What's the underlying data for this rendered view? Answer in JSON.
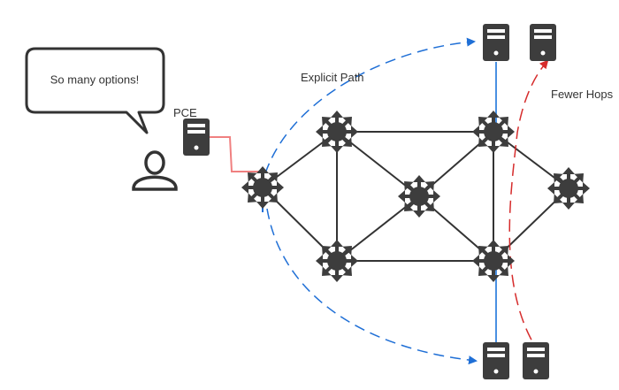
{
  "labels": {
    "speech_bubble": "So many options!",
    "pce": "PCE",
    "explicit_path": "Explicit Path",
    "fewer_hops": "Fewer Hops"
  },
  "icons": {
    "user": "user-icon",
    "server": "server-icon",
    "router": "router-icon"
  },
  "colors": {
    "icon": "#3d3d3d",
    "link": "#333333",
    "pce_link": "#f08080",
    "explicit_path": "#1f6fd6",
    "fewer_hops": "#d62c2c",
    "blue_link": "#4a90e2"
  }
}
